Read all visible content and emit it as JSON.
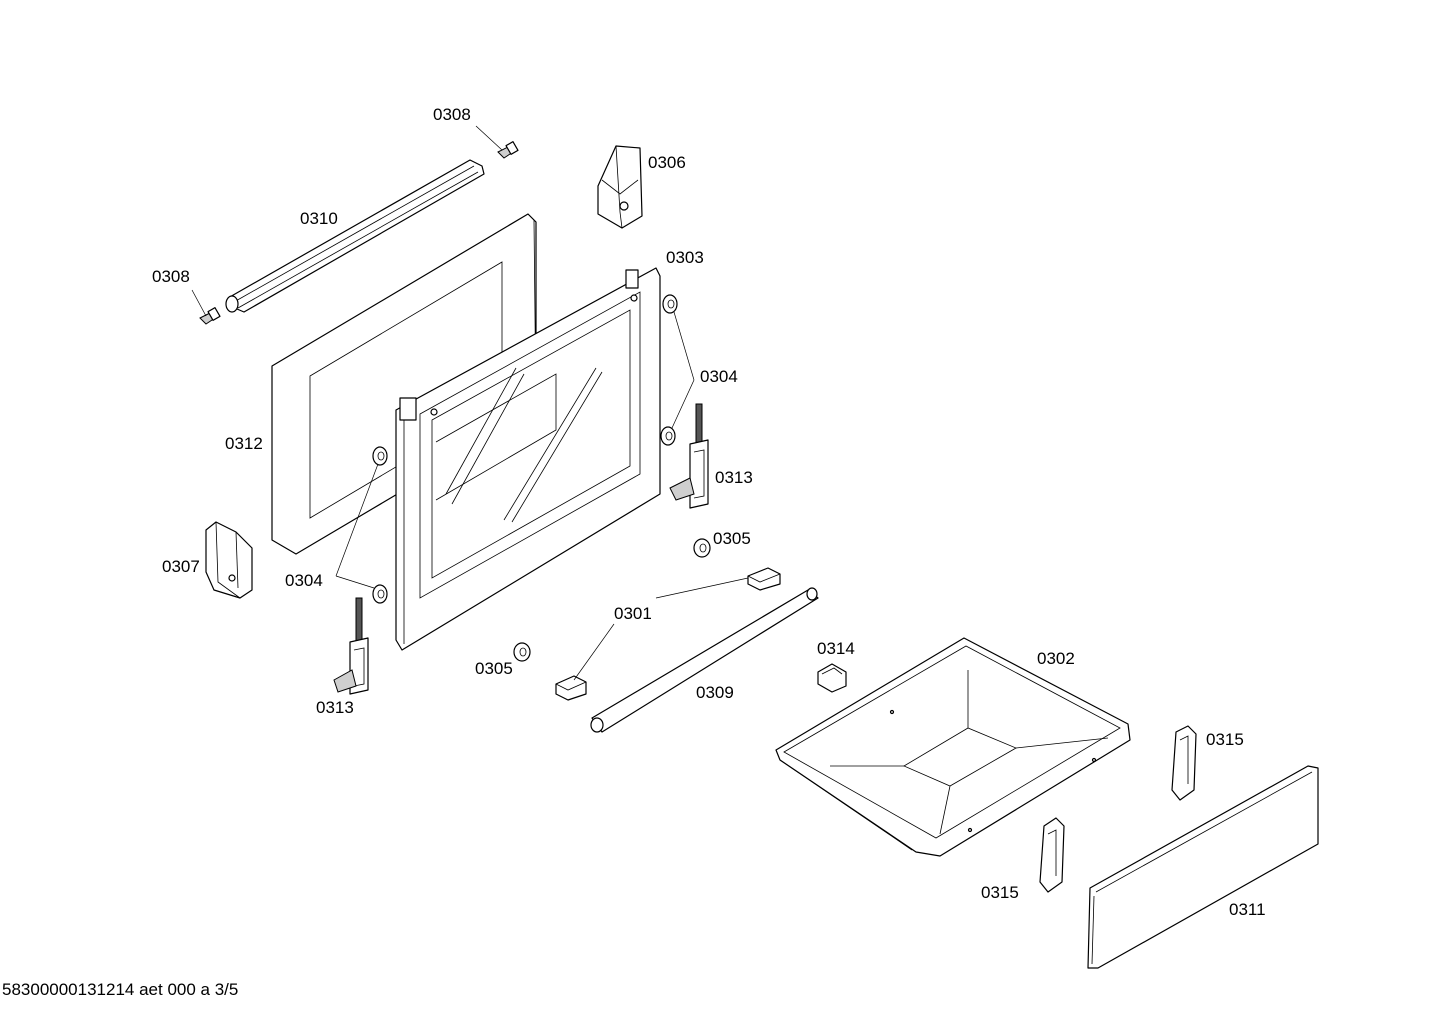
{
  "labels": {
    "p0308_top": "0308",
    "p0308_left": "0308",
    "p0306": "0306",
    "p0310": "0310",
    "p0303": "0303",
    "p0304_right": "0304",
    "p0312": "0312",
    "p0313_right": "0313",
    "p0305_right": "0305",
    "p0307": "0307",
    "p0304_left": "0304",
    "p0301": "0301",
    "p0314": "0314",
    "p0302": "0302",
    "p0305_left": "0305",
    "p0309": "0309",
    "p0313_left": "0313",
    "p0315_right": "0315",
    "p0315_left": "0315",
    "p0311": "0311"
  },
  "footer": "58300000131214 aet 000 a 3/5"
}
